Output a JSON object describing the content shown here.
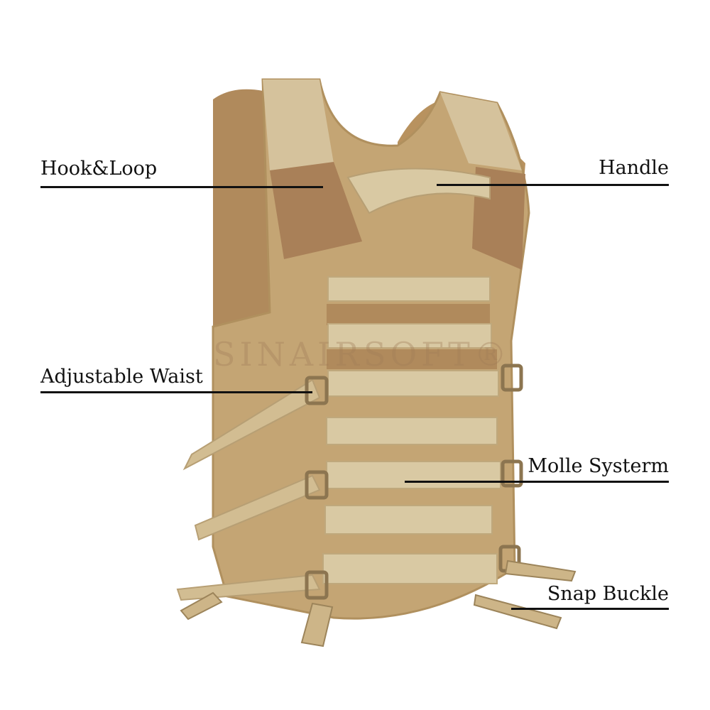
{
  "callouts": {
    "hook_loop": "Hook&Loop",
    "handle": "Handle",
    "adjustable_waist": "Adjustable Waist",
    "molle_system": "Molle Systerm",
    "snap_buckle": "Snap Buckle"
  },
  "watermark": "SINAIRSOFT®",
  "colors": {
    "fabric": "#c4a574",
    "webbing": "#d9c9a3",
    "velcro": "#a98058",
    "inner": "#b08a5c"
  }
}
